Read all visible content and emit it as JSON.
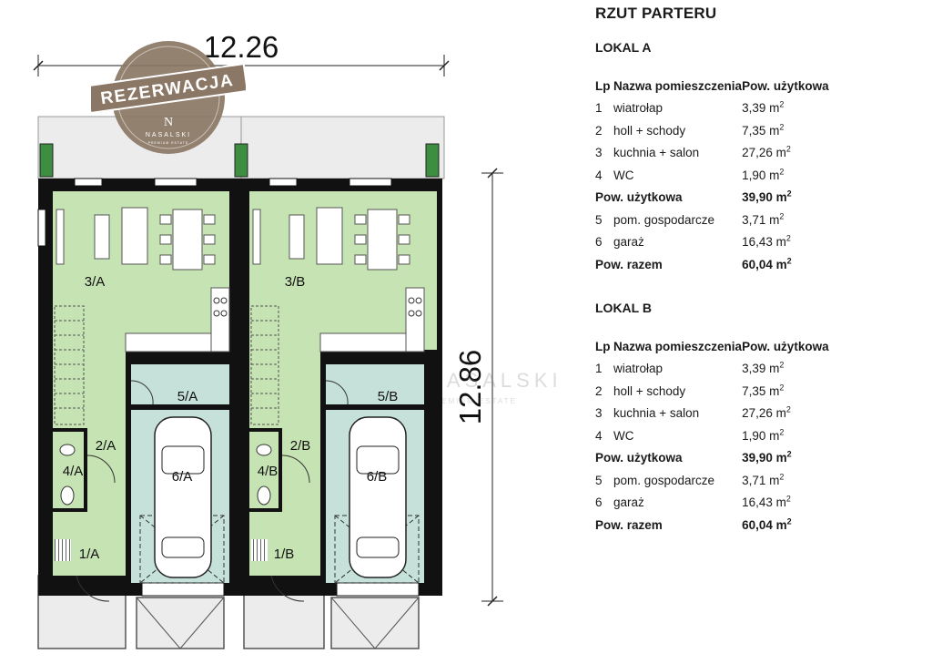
{
  "dimensions": {
    "width_label": "12.26",
    "height_label": "12.86"
  },
  "badge": {
    "label": "REZERWACJA",
    "brand": "NASALSKI",
    "tagline": "PREMIUM ESTATE",
    "logo_letter": "N"
  },
  "watermark": {
    "text": "NASALSKI",
    "subtext": "PREMIUM ESTATE"
  },
  "rooms_a": [
    "3/A",
    "5/A",
    "2/A",
    "4/A",
    "6/A",
    "1/A"
  ],
  "rooms_b": [
    "3/B",
    "5/B",
    "2/B",
    "4/B",
    "6/B",
    "1/B"
  ],
  "panel": {
    "title": "RZUT PARTERU",
    "headers": {
      "lp": "Lp",
      "name": "Nazwa pomieszczenia",
      "area": "Pow. użytkowa"
    },
    "unit_a": {
      "name": "LOKAL A",
      "rows": [
        {
          "lp": "1",
          "name": "wiatrołap",
          "area": "3,39 m"
        },
        {
          "lp": "2",
          "name": "holl + schody",
          "area": "7,35 m"
        },
        {
          "lp": "3",
          "name": "kuchnia + salon",
          "area": "27,26 m"
        },
        {
          "lp": "4",
          "name": "WC",
          "area": "1,90 m"
        }
      ],
      "subtotal": {
        "label": "Pow. użytkowa",
        "area": "39,90 m"
      },
      "extra_rows": [
        {
          "lp": "5",
          "name": "pom. gospodarcze",
          "area": "3,71 m"
        },
        {
          "lp": "6",
          "name": "garaż",
          "area": "16,43 m"
        }
      ],
      "total": {
        "label": "Pow. razem",
        "area": "60,04 m"
      }
    },
    "unit_b": {
      "name": "LOKAL B",
      "rows": [
        {
          "lp": "1",
          "name": "wiatrołap",
          "area": "3,39 m"
        },
        {
          "lp": "2",
          "name": "holl + schody",
          "area": "7,35 m"
        },
        {
          "lp": "3",
          "name": "kuchnia + salon",
          "area": "27,26 m"
        },
        {
          "lp": "4",
          "name": "WC",
          "area": "1,90 m"
        }
      ],
      "subtotal": {
        "label": "Pow. użytkowa",
        "area": "39,90 m"
      },
      "extra_rows": [
        {
          "lp": "5",
          "name": "pom. gospodarcze",
          "area": "3,71 m"
        },
        {
          "lp": "6",
          "name": "garaż",
          "area": "16,43 m"
        }
      ],
      "total": {
        "label": "Pow. razem",
        "area": "60,04 m"
      }
    },
    "unit_superscript": "2"
  },
  "colors": {
    "living": "#c6e3b3",
    "garage": "#c5e1d9",
    "wall": "#111111",
    "terrace": "#ececec",
    "plant": "#3e8e41",
    "badge": "#8b7765"
  }
}
